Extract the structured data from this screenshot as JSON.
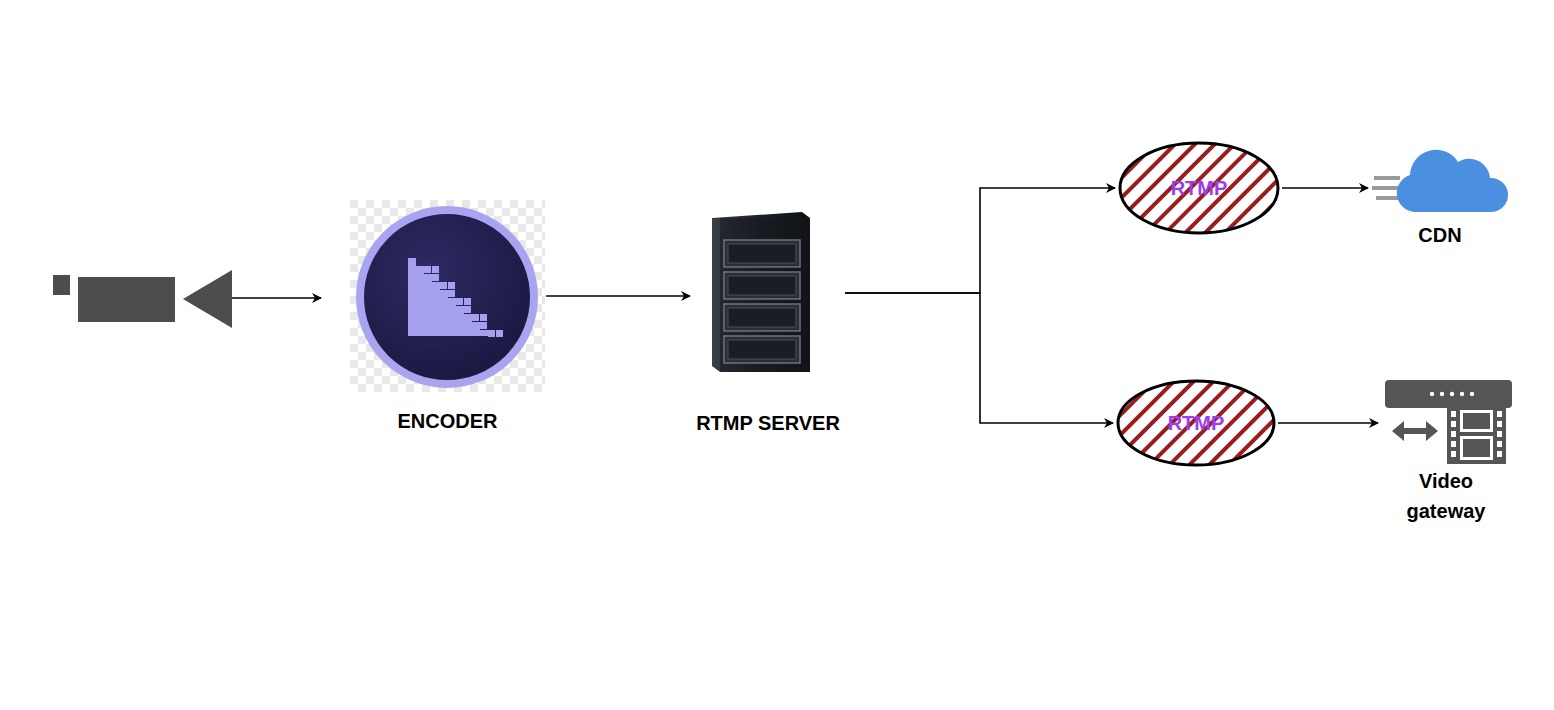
{
  "diagram": {
    "nodes": [
      {
        "text": [
          "ENCODER"
        ]
      },
      {
        "text": [
          "RTMP SERVER"
        ]
      },
      {
        "text": [
          "RTMP"
        ]
      },
      {
        "text": [
          "CDN"
        ]
      },
      {
        "text": [
          "RTMP"
        ]
      },
      {
        "text": [
          "Video gateway"
        ]
      }
    ],
    "edges": [
      {
        "from": 0,
        "to": 1,
        "arrow": "to"
      },
      {
        "from": 1,
        "to": 2,
        "arrow": "to"
      },
      {
        "from": 1,
        "to": 4,
        "arrow": "to"
      },
      {
        "from": 2,
        "to": 3,
        "arrow": "to"
      },
      {
        "from": 4,
        "to": 5,
        "arrow": "to"
      }
    ]
  }
}
